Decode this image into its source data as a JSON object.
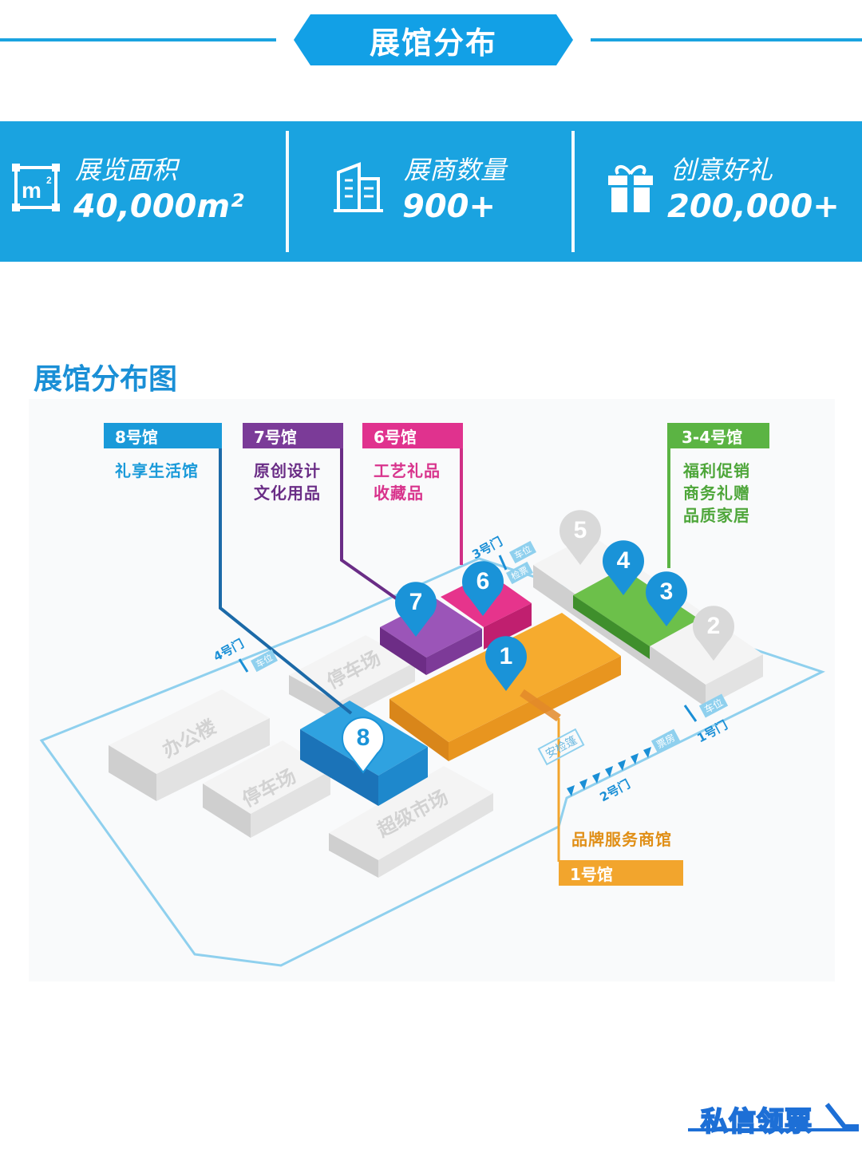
{
  "header": {
    "title": "展馆分布"
  },
  "stats": [
    {
      "icon": "area-m2-icon",
      "label": "展览面积",
      "value": "40,000m²"
    },
    {
      "icon": "building-icon",
      "label": "展商数量",
      "value": "900+"
    },
    {
      "icon": "gift-icon",
      "label": "创意好礼",
      "value": "200,000+"
    }
  ],
  "map": {
    "title": "展馆分布图",
    "halls": [
      {
        "tag": "8号馆",
        "desc": [
          "礼享生活馆"
        ],
        "color": "#1a9ad9"
      },
      {
        "tag": "7号馆",
        "desc": [
          "原创设计",
          "文化用品"
        ],
        "color": "#7b3b98"
      },
      {
        "tag": "6号馆",
        "desc": [
          "工艺礼品",
          "收藏品"
        ],
        "color": "#e0328e"
      },
      {
        "tag": "3-4号馆",
        "desc": [
          "福利促销",
          "商务礼赠",
          "品质家居"
        ],
        "color": "#5bb443"
      },
      {
        "tag": "1号馆",
        "desc": [
          "品牌服务商馆"
        ],
        "color": "#f2a52d"
      }
    ],
    "pins": [
      "1",
      "2",
      "3",
      "4",
      "5",
      "6",
      "7",
      "8"
    ],
    "buildings": [
      "办公楼",
      "停车场",
      "停车场",
      "超级市场"
    ],
    "gates": [
      "1号门",
      "2号门",
      "3号门",
      "4号门"
    ],
    "signs": [
      "安检篷",
      "票房",
      "车位",
      "检票",
      "车位",
      "车位"
    ]
  },
  "footer": {
    "cta": "私信领票"
  }
}
